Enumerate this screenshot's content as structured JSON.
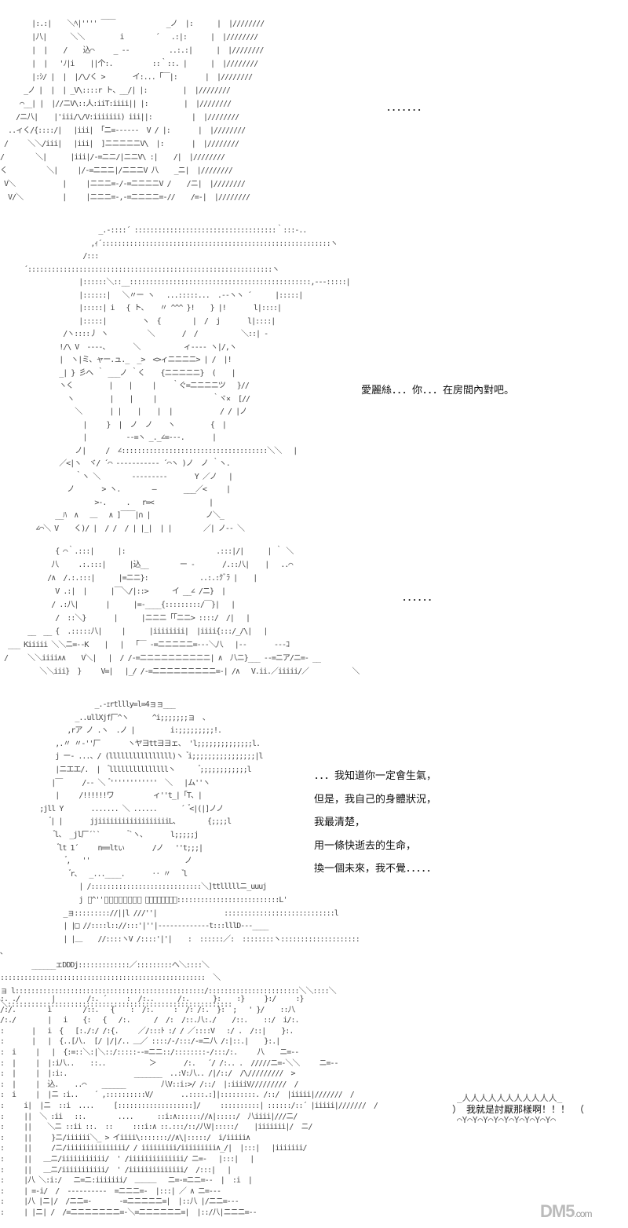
{
  "panel1": {
    "art": [
      "        |:.:|    ＼ﾍ|'''' ￣￣             _ノ  |:      |  |////////",
      "        |八|      ＼＼         i        ´   .:|:      |  |////////",
      "        |  |    /    込⌒     _ --          ..:.:|      |  |////////",
      "        |  |   'ﾉ|i    ||个:.          ::｀::. |      |  |////////",
      "        |:ｼ/ |  |  |/\\/く >       イ:...「￣|:       |  |////////",
      "      _ノ |  |  | _V\\::::r ト、__/| |:         |  |////////",
      "     ⌒__| |  |//ニV\\::人:iiT:iiii|| |:         |  |////////",
      "    /ニ八|    |'iii/\\/V:iiiiiii) iii||:          |  |////////",
      "  ..ィく/{::::/|   |iii| 「ニ=------  V / |:       |  |////////",
      " /     ＼＼/iii|   |iii|  ]ニニニニニV\\  |:       |  |////////",
      "/        ＼|      |iii|/-=ニニ/|ニニV\\ :|    /|  |////////",
      "く          ＼|     |/-=ニニニ|/ニニニV 八    _ニ|  |////////",
      " V＼            |     |ニニニ=-/-=ニニニニV /    /ニ|  |////////",
      "  V/＼          |     |ニニニ=-,-=ニニニニ=-//    /=-|  |////////"
    ],
    "text": "．．．．．．．"
  },
  "panel2": {
    "art": [
      "                   _.-::::´ ::::::::::::::::::::::::::::::::::::｀:::-..",
      "                 ,ｨ´::::::::::::::::::::::::::::::::::::::::::::::::::::::::::ヽ",
      "               /:::´::::::::::::::::::::::::::::::::::::::::::::::::::::::::::::::ヽ",
      "              |::::::＼::__::::::::::::::::::::::::::::::::::::::::::::::,---:::::|",
      "              |::::::|   ＼〃ー ヽ   ...:::::...  .--ヽヽ ´      |:::::|",
      "              |:::::| i   { ト、   〃 ^^^ }!    } |!       l|::::|",
      "              |:::::|         ヽ  {        |  /  j       l|::::|",
      "          /ヽ::::丿 ヽ          ＼       /  /           ＼::| -",
      "         !/\\ V  ----、      ＼           ィ---- ヽ|/,ヽ",
      "         |  ヽ|ミ、ャー.ュ._  _>  <>ィニニニニ> | /  |!",
      "         _| } 彡ヘ ｀ ___ノ ｀く    {ニニニニニ}  (    |",
      "         ヽく         |    |     |    ｀ぐ=ニニニニツ   }//",
      "           ヽ         |    |     |              ｀ヾ×  [//",
      "             ＼       | |    |    |  |            / / |ノ",
      "               |     }  |  ノ  ノ    ヽ         {  |",
      "               |          --=ヽ _._∠=‐--.       |",
      "             ノ|     /  ∠:::::::::::::::::::::::::::::::::::::＼＼   |",
      "         ／<|ヽ  ヾ/ ´⌒ ----------- ´⌒ヽ )ノ  ノ ｀ヽ.",
      "             ｀ヽ ＼        ---------       Y ／ノ   |",
      "           ノ       > ヽ.        ―       ___／<     |",
      "                  >-.     .   r=<              |",
      "        __ﾊ  ∧   ＿   ∧ ]￣￣|∩ |              ノ＼_",
      "   ∠⌒＼ V    く)/ |  / /  / | |_|  | |        ／| ノ-- ＼"
    ],
    "text": "愛麗絲．．．你．．．在房間內對吧。"
  },
  "panel3": {
    "art": [
      "              { ⌒｀.:::|      |:                       .:::|/|      | ｀ ＼",
      "             八     .:.:::|      |込__        ー -       ∕.::八|    |   ..⌒",
      "            /∧  /.:.:::|      |=ニニ}:             ..:.:ｸﾞﾗ |    |",
      "              V .:|  |      |￣＼/|::>      イ __∠ /ニ}  |",
      "             / .:八|       |      |=-____{:::::::::/￣}|   |",
      "              /  ::＼}       |      |ニニニ「「ニニ> ::::/  /|   |",
      "       __  __ {  .:::::八|     |      |iiiiiiii|  |iiii{:::/_/\\|   |",
      "  ___ Kiiiii ＼＼ニ=--K    |   |  「￣ -=ニニニニニ=---＼八   |--       ---ｺ",
      " /     ＼＼iiii∧∧    V＼|   |  / /-=ニニニニニニニニニニ| ∧  八ニ}___ --=ニア/ニ=- __",
      "          ＼＼iii}  }     V=|   |_/ /-=ニニニニニニニニニ=-| /∧   V.ii.／iiiii/／           ＼"
    ],
    "text": "．．．．．．"
  },
  "panel4": {
    "art": [
      "                        _.-ｪrtllly=l=4ョョ___",
      "                   _..ullXjf厂^ヽ      ^i;;;;;;;ョ  ､",
      "                 ,rア ノ .ヽ  .ノ |         i:;;;;;;;;;!.",
      "              ,.〃 〃-''厂       ヽヤヨttヨヨェ、 'l;;;;;;;;;;;;;;l.",
      "              j ー- ...、/ (llllllllllllllll)ヽ  ゙i;;;;;;;;;;;;;;;;|l",
      "              |ニエエ/.  |   ゙lllllllllllllllヽ       ゙;;;;;;;;;;;;l",
      "             |￣     /-- ＼  ゙''''''''''''  ＼   |ム''ヽ",
      "              |     /!!!!!!ワ          ィ''t_|「T、|",
      "          ;jll Y       ....... ＼ ......      ´  ゙<|(|]ノノ",
      "             ゙| |       jjiiiiiiiiiiiiiiiiiiL、       {;;;;l",
      "              ゙l、 _jl厂´``        ゙`ヽ、      l;;;;;j",
      "               ゙lt 1´     n==ltぃ       /ノ   ''t;;;|",
      "                 ゙,   ''                        ノ",
      "                  ゙r、  _...____.       ‥ 〃    ゙l",
      "                    | /::::::::::::::::::::::::::::＼]ttlllllニ_uuuj",
      "                    j ゙^''゙゙゙゙゙゙゙゙ ゛゛゛゛゛゛゛゛::::::::::::::::::::::::::L'",
      "                _ョ::::::::://||l ///''|                 ::::::::::::::::::::::::::::l",
      "                | |□ //::::l:://:::'|''|-------------t:::lllD---____",
      "                | |＿    //::::ヽV /::::'|'|    :  ::::::／:  ::::::::ヽ::::::::::::::::::::  ､",
      "        ______ェDDDj:::::::::::::／:::::::::へ＼::::＼  ::::::::::::::::::::::::::::::::::::::::::::::::::::  ＼",
      "ョ l::::::::::::::::::::::::::::::::::::::::::::::::/:::::::::::::::::::::::＼＼::::＼＼:::::::::::::::::::::::::::::::::::::::::::::::::::::::::"
    ],
    "lines": [
      "．．．我知道你一定會生氣，",
      "但是，我自己的身體狀況，",
      "我最清楚，",
      "用一條快逝去的生命，",
      "換一個未來，我不覺．．．．．"
    ]
  },
  "panel5": {
    "art": [
      ":. ./        |        /:. ´     :  /:..      /:.      }:    :}     }:/     :}",
      "/:/.        i        /::.   {    :  /:.     :  /: /:.  }:  ;   ' }/    ::八",
      "/:./        |   i    {:   {   /:.      /  /:  /::.八:./    /::.    ::/  i/:.",
      ":       |   i  {   [:./:/ /:{.     ／/:::ﾄ :/ / ／::::V   :/ .  /::|    }:.",
      ":       |   |  {..[八.  [/ |/|/.. ＿／ ::::/-/:::/-=ニ八 /:|::.|    }:.|",
      ":  i     |   |  {:=::＼:|＼::/:::::--=ニニ::/::::::::-/:::/:.     八    ニ=--",
      ":  |     |  |:i八..    ::..           ＞       /:.   ´/ /:.. .  /////ニ=-＼＼     ニ=--",
      ":  |     |  |:i:.                 _______  ..:V:八.. /|/::/  /\\/////////  >",
      ":  |     |  込.    ..⌒    ______         八V::i:>/ /::/  |:iiiiV/////////  /",
      ":  i     |  |ニ :i..    ´ ,::::::::::V/       ..::::.:]|:::::::::. /::/  |iiiii|///////  /",
      ":     i|  |ニ  ::i  ....     [:::::::::::::::::::]/     ::::::::::| ::::::/::´ |iiiii|///////  /",
      ":     ||  ＼ :ii   ::.        ....      ::i:∧:::::://∧|:::::/  八iiii|///ニ/",
      ":     ||    ＼ニ ::ii ::.  ::     :::i:∧ ::.:::/::/八V|:::::/    |iiiiiii|/  ニ/",
      ":     ||     }ニ/iiiiii＼_ > イiiii\\::::::://∧\\|:::::/  i/iiiii∧",
      ":     ||     /ニ/iiiiiiiiiiiiiii/ / iiiiiiiii/iiiiiiiii∧_/|  |:::|   |iiiiiii/",
      ":     ||   ＿ニ/iiiiiiiiiii/  ' /iiiiiiiiiiiiii/ ニ=-   |:::|   |",
      ":     ||   ＿ニ/iiiiiiiiiii/  ' /iiiiiiiiiiiiii/  /:::|   |",
      ":     |八 ＼:i:/   ニ=ニ:iiiiiii/  ＿＿＿   ニ=-=ニニ=--  |  :i  |",
      ":     | =-i/  /  ----------  =ニニニ=-  |:::| ／ ∧ ニ=---",
      ":     |八 |ニ|/  /ニニ=-       -=ニニニニニ=|  |::八 |/ニニ=---",
      ":     | |ニ| /  /=ニニニニニニニ=-＼=ニニニニニニ=|  |::/八|ニニニ=--"
    ],
    "burst": {
      "top": "_人人人人人人人人人人人_",
      "text": "）　我就是討厭那樣啊！！！　（",
      "bottom": "⌒Y⌒Y⌒Y⌒Y⌒Y⌒Y⌒Y⌒Y⌒Y⌒"
    }
  },
  "watermark": {
    "logo": "DM5",
    "suffix": ".com"
  }
}
